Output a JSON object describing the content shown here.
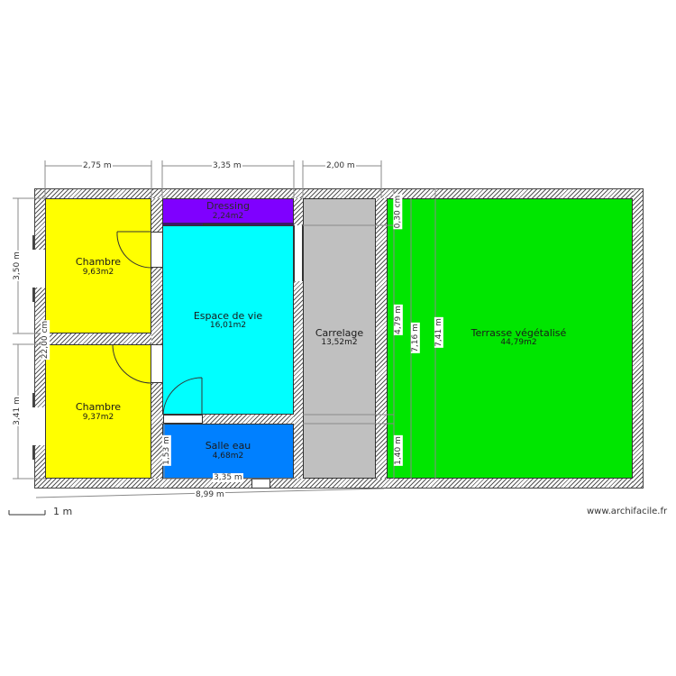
{
  "plan": {
    "title": "Floor plan",
    "colors": {
      "chambre": "#ffff00",
      "dressing": "#7f00ff",
      "espace_de_vie": "#00ffff",
      "salle_eau": "#0080ff",
      "carrelage": "#c0c0c0",
      "terrasse": "#00e600",
      "wall_hatch": "#555555",
      "dimension_line": "#8a8a8a"
    },
    "rooms": [
      {
        "name": "Chambre",
        "area": "9,63m2"
      },
      {
        "name": "Chambre",
        "area": "9,37m2"
      },
      {
        "name": "Dressing",
        "area": "2,24m2"
      },
      {
        "name": "Espace de vie",
        "area": "16,01m2"
      },
      {
        "name": "Salle eau",
        "area": "4,68m2"
      },
      {
        "name": "Carrelage",
        "area": "13,52m2"
      },
      {
        "name": "Terrasse végétalisé",
        "area": "44,79m2"
      }
    ],
    "dimensions": {
      "top_chambre_width": "2,75 m",
      "top_espace_width": "3,35 m",
      "top_carrelage_width": "2,00 m",
      "left_chambre1_height": "3,50 m",
      "left_chambre2_height": "3,41 m",
      "wall_thickness": "22,00 cm",
      "salle_eau_height": "1,53 m",
      "salle_eau_width": "3,35 m",
      "total_width": "8,99 m",
      "terrasse_top_offset": "0,30 cm",
      "terrasse_h1": "4,79 m",
      "terrasse_h2": "1,40 m",
      "terrasse_h3": "7,16 m",
      "terrasse_h4": "7,41 m"
    },
    "scale_label": "1 m",
    "watermark": "www.archifacile.fr"
  }
}
